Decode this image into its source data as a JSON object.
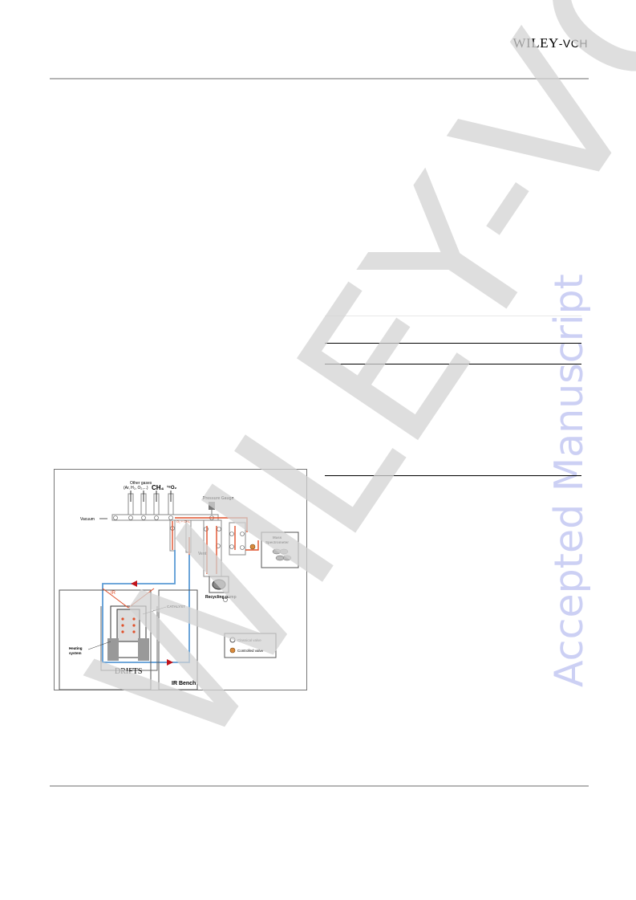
{
  "header": {
    "publisher_main": "WILEY",
    "publisher_sub": "-VCH"
  },
  "watermark": {
    "side_text": "Accepted Manuscript",
    "diagonal_text": "WILEY-VCH"
  },
  "figure": {
    "labels": {
      "other_gases": "Other gases",
      "other_gases_list": "(Ar, H₂, O₂,...)",
      "ch4": "CH₄",
      "o2": "¹⁸O₂",
      "vacuum": "Vacuum",
      "pressure_gauge": "Pressure Gauge",
      "mass_spectrometer_1": "Mass",
      "mass_spectrometer_2": "Spectrometer",
      "vent": "Vent",
      "recycling_pump": "Recycling pump",
      "ir": "IR",
      "catalyst": "CATALYST",
      "heating_1": "Heating",
      "heating_2": "system",
      "drifts": "DRIFTS",
      "ir_bench": "IR Bench",
      "legend_classical": "Classical valve",
      "legend_controlled": "Controlled valve",
      "flow_label": "O₂ + CH₄"
    },
    "colors": {
      "flow_red": "#e0502a",
      "ir_blue": "#5b9bd5",
      "valve_orange": "#d98a3c",
      "arrow_darkred": "#c0141c"
    }
  }
}
